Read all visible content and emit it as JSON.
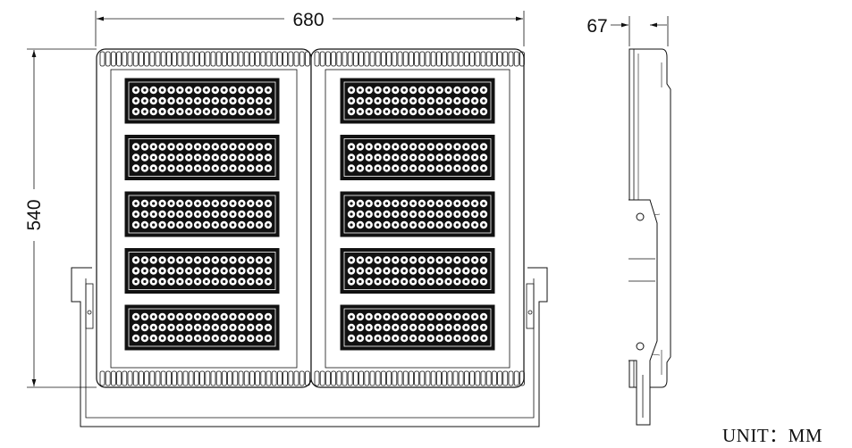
{
  "drawing": {
    "dimensions": {
      "width": "680",
      "height": "540",
      "depth": "67"
    },
    "unit_label": "UNIT：MM",
    "module_rows": 5,
    "module_cols": 2,
    "line_color": "#111111"
  }
}
